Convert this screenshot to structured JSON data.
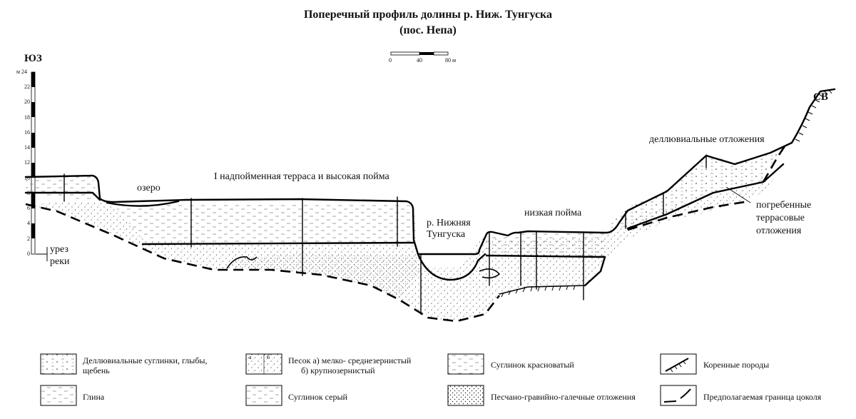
{
  "title": {
    "line1": "Поперечный профиль долины р. Ниж. Тунгуска",
    "line2": "(пос. Непа)"
  },
  "scale_bar": {
    "ticks": [
      "0",
      "40",
      "80 м"
    ]
  },
  "directions": {
    "left": "ЮЗ",
    "right": "СВ"
  },
  "y_axis": {
    "unit": "м",
    "ticks": [
      "24",
      "22",
      "20",
      "18",
      "16",
      "14",
      "12",
      "10",
      "8",
      "6",
      "4",
      "2",
      "0"
    ]
  },
  "labels": {
    "lake": "озеро",
    "terrace": "I надпойменная терраса и высокая пойма",
    "river_line1": "р. Нижняя",
    "river_line2": "Тунгуска",
    "low_floodplain": "низкая пойма",
    "deluvial": "деллювиальные отложения",
    "buried_line1": "погребенные",
    "buried_line2": "террасовые",
    "buried_line3": "отложения",
    "waterline_line1": "урез",
    "waterline_line2": "реки"
  },
  "legend": {
    "items": [
      {
        "text_line1": "Деллювиальные суглинки, глыбы,",
        "text_line2": "щебень"
      },
      {
        "text_line1": "Глина",
        "text_line2": ""
      },
      {
        "text_line1": "Песок а) мелко- среднезернистый",
        "text_line2": "б) крупнозернистый",
        "sub_a": "а",
        "sub_b": "б"
      },
      {
        "text_line1": "Суглинок серый",
        "text_line2": ""
      },
      {
        "text_line1": "Суглинок красноватый",
        "text_line2": ""
      },
      {
        "text_line1": "Песчано-гравийно-галечные отложения",
        "text_line2": ""
      },
      {
        "text_line1": "Коренные породы",
        "text_line2": ""
      },
      {
        "text_line1": "Предполагаемая граница цоколя",
        "text_line2": ""
      }
    ]
  }
}
